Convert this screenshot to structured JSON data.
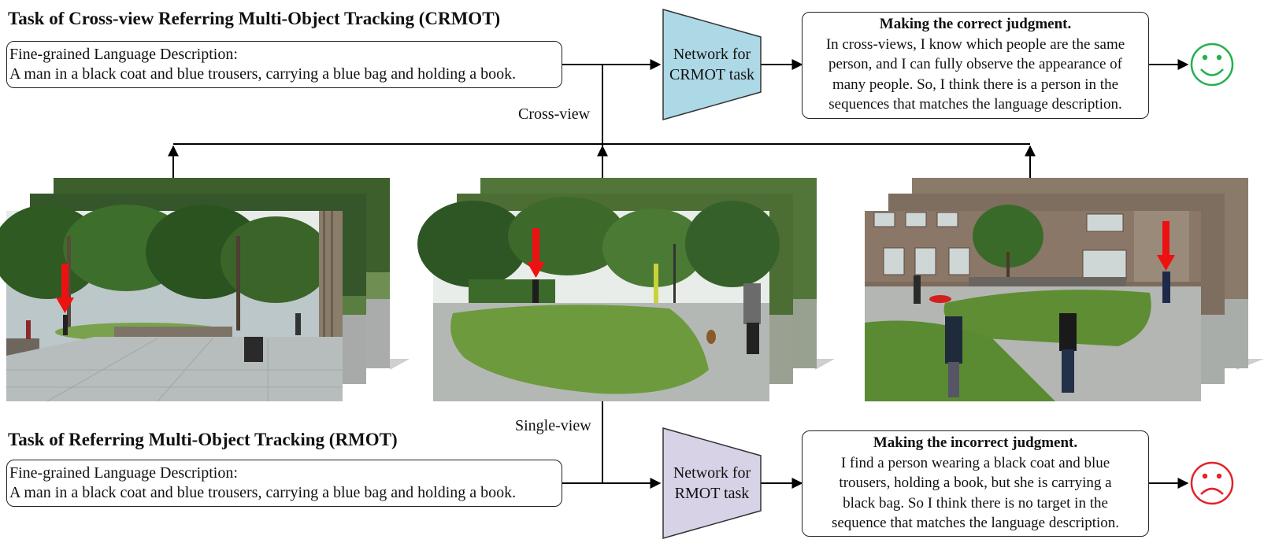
{
  "crmot": {
    "title": "Task of Cross-view Referring Multi-Object Tracking (CRMOT)",
    "description_heading": "Fine-grained Language Description:",
    "description_text": "A man in a black coat and blue trousers, carrying a blue bag and holding a book.",
    "network_line1": "Network for",
    "network_line2": "CRMOT task",
    "judgment_title": "Making the correct judgment.",
    "judgment_lines": [
      "In cross-views, I know which people are the same",
      "person, and I can fully observe the appearance of",
      "many people. So, I think there is a person in the",
      "sequences that matches the language description."
    ],
    "outcome_icon": "smiley-face-icon",
    "outcome_color": "#22b14c",
    "network_color": "#add8e6"
  },
  "rmot": {
    "title": "Task of Referring Multi-Object Tracking (RMOT)",
    "description_heading": "Fine-grained Language Description:",
    "description_text": "A man in a black coat and blue trousers, carrying a blue bag and holding a book.",
    "network_line1": "Network for",
    "network_line2": "RMOT task",
    "judgment_title": "Making the incorrect judgment.",
    "judgment_lines": [
      "I find a person wearing a black coat and blue",
      "trousers, holding a book, but she is carrying a",
      "black bag. So I think there is no target in the",
      "sequence that matches the language description."
    ],
    "outcome_icon": "sad-face-icon",
    "outcome_color": "#e8202a",
    "network_color": "#d8d2e6"
  },
  "labels": {
    "cross_view": "Cross-view",
    "single_view": "Single-view"
  },
  "camera_views": [
    {
      "name": "view-1",
      "scene": "park plaza with trees and stone pavement"
    },
    {
      "name": "view-2",
      "scene": "lawn with curved path and walking people"
    },
    {
      "name": "view-3",
      "scene": "brick building courtyard with lawn"
    }
  ],
  "marker_color": "#ee1111"
}
